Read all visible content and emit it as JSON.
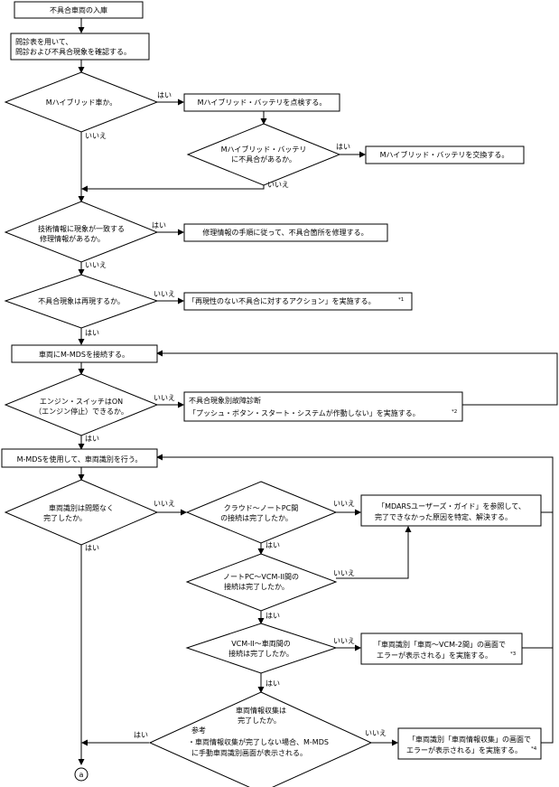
{
  "nodes": {
    "arrival": "不具合車両の入庫",
    "inquiry_1": "問診表を用いて、",
    "inquiry_2": "問診および不具合現象を確認する。",
    "q_mhybrid": "Mハイブリッド車か。",
    "check_battery": "Mハイブリッド・バッテリを点検する。",
    "q_battery_1": "Mハイブリッド・バッテリ",
    "q_battery_2": "に不具合があるか。",
    "replace_battery": "Mハイブリッド・バッテリを交換する。",
    "q_techinfo_1": "技術情報に現象が一致する",
    "q_techinfo_2": "修理情報があるか。",
    "repair": "修理情報の手順に従って、不具合箇所を修理する。",
    "q_reproduce": "不具合現象は再現するか。",
    "no_repro_action": "「再現性のない不具合に対するアクション」を実施する。",
    "fn1": "*1",
    "connect_mmds": "車両にM-MDSを接続する。",
    "q_engine_1": "エンジン・スイッチはON",
    "q_engine_2": "（エンジン停止）できるか。",
    "diag_1": "不具合現象別故障診断",
    "diag_2": "「プッシュ・ボタン・スタート・システムが作動しない」を実施する。",
    "fn2": "*2",
    "vehicle_id": "M-MDSを使用して、車両識別を行う。",
    "q_vid_1": "車両識別は問題なく",
    "q_vid_2": "完了したか。",
    "q_cloud_1": "クラウド〜ノートPC間",
    "q_cloud_2": "の接続は完了したか。",
    "mdars_1": "「MDARSユーザーズ・ガイド」を参照して、",
    "mdars_2": "完了できなかった原因を特定、解決する。",
    "q_vcm_1": "ノートPC〜VCM-II間の",
    "q_vcm_2": "接続は完了したか。",
    "q_vcmveh_1": "VCM-II〜車両間の",
    "q_vcmveh_2": "接続は完了したか。",
    "err_vcm_1": "「車両識別「車両〜VCM-2間」の画面で",
    "err_vcm_2": "エラーが表示される」を実施する。",
    "fn3": "*3",
    "q_collect_1": "車両情報収集は",
    "q_collect_2": "完了したか。",
    "q_collect_3": "参考",
    "q_collect_4": "・車両情報収集が完了しない場合、M-MDS",
    "q_collect_5": "に手動車両識別画面が表示される。",
    "err_collect_1": "「車両識別「車両情報収集」の画面で",
    "err_collect_2": "エラーが表示される」を実施する。",
    "fn4": "*4",
    "connector": "a"
  },
  "labels": {
    "yes": "はい",
    "no": "いいえ"
  }
}
